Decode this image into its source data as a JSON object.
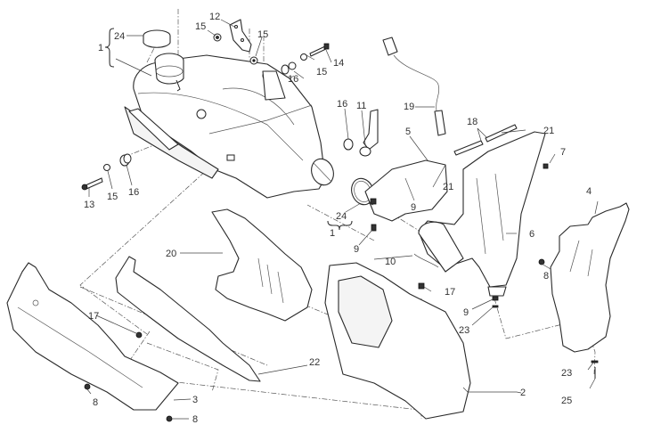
{
  "diagram": {
    "type": "exploded-parts-diagram",
    "callouts": {
      "c1_top": "1",
      "c24_top": "24",
      "c12": "12",
      "c15_a": "15",
      "c15_b": "15",
      "c14": "14",
      "c15_c": "15",
      "c16_a": "16",
      "c16_b": "16",
      "c11": "11",
      "c19": "19",
      "c18": "18",
      "c21_a": "21",
      "c5": "5",
      "c21_b": "21",
      "c7": "7",
      "c13": "13",
      "c15_d": "15",
      "c16_c": "16",
      "c9_a": "9",
      "c24_b": "24",
      "c1_b": "1",
      "c9_b": "9",
      "c6": "6",
      "c4": "4",
      "c20": "20",
      "c10": "10",
      "c17_a": "17",
      "c8_a": "8",
      "c9_c": "9",
      "c23_a": "23",
      "c17_b": "17",
      "c22": "22",
      "c3": "3",
      "c8_b": "8",
      "c8_c": "8",
      "c2": "2",
      "c23_b": "23",
      "c25": "25"
    }
  }
}
